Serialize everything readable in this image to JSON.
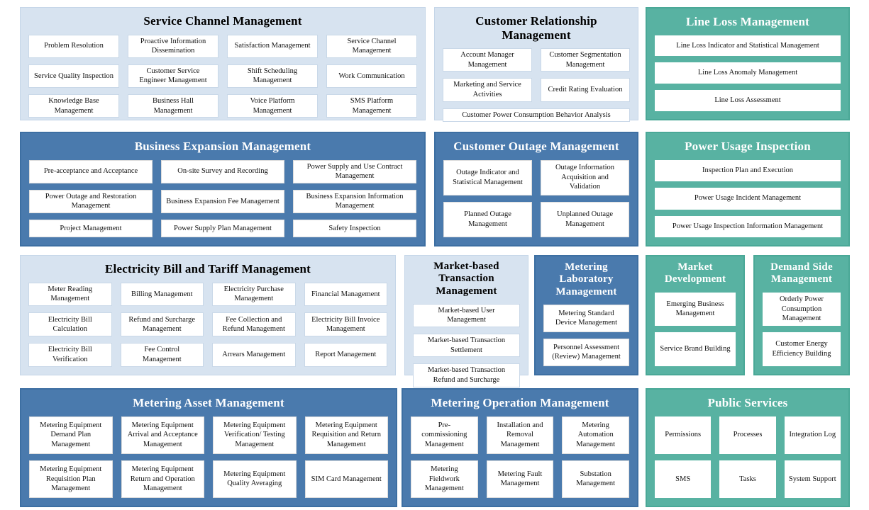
{
  "colors": {
    "light_panel_bg": "#d7e3f0",
    "blue_panel_bg": "#4a7aad",
    "teal_panel_bg": "#58b2a2",
    "item_bg": "#ffffff",
    "title_on_light": "#000000",
    "title_on_color": "#ffffff"
  },
  "panels": [
    {
      "id": "service-channel-management",
      "title": "Service Channel Management",
      "theme": "light",
      "rows": [
        [
          "Problem Resolution",
          "Proactive Information Dissemination",
          "Satisfaction Management",
          "Service Channel Management"
        ],
        [
          "Service Quality Inspection",
          "Customer Service Engineer Management",
          "Shift Scheduling Management",
          "Work Communication"
        ],
        [
          "Knowledge Base Management",
          "Business Hall Management",
          "Voice Platform Management",
          "SMS Platform Management"
        ]
      ]
    },
    {
      "id": "customer-relationship-management",
      "title": "Customer Relationship Management",
      "theme": "light",
      "rows": [
        [
          "Account Manager Management",
          "Customer Segmentation Management"
        ],
        [
          "Marketing and Service Activities",
          "Credit Rating Evaluation"
        ],
        [
          "Customer Power Consumption Behavior Analysis"
        ]
      ]
    },
    {
      "id": "line-loss-management",
      "title": "Line Loss Management",
      "theme": "teal",
      "rows": [
        [
          "Line Loss Indicator and Statistical Management"
        ],
        [
          "Line Loss Anomaly Management"
        ],
        [
          "Line Loss Assessment"
        ]
      ]
    },
    {
      "id": "business-expansion-management",
      "title": "Business Expansion Management",
      "theme": "blue",
      "rows": [
        [
          "Pre-acceptance and Acceptance",
          "On-site Survey and Recording",
          "Power Supply and Use Contract Management"
        ],
        [
          "Power Outage and Restoration Management",
          "Business Expansion Fee Management",
          "Business Expansion Information Management"
        ],
        [
          "Project Management",
          "Power Supply Plan Management",
          "Safety Inspection"
        ]
      ]
    },
    {
      "id": "customer-outage-management",
      "title": "Customer Outage Management",
      "theme": "blue",
      "rows": [
        [
          "Outage Indicator and Statistical Management",
          "Outage Information Acquisition and Validation"
        ],
        [
          "Planned Outage Management",
          "Unplanned Outage Management"
        ]
      ]
    },
    {
      "id": "power-usage-inspection",
      "title": "Power Usage Inspection",
      "theme": "teal",
      "rows": [
        [
          "Inspection Plan and Execution"
        ],
        [
          "Power Usage Incident Management"
        ],
        [
          "Power Usage Inspection Information Management"
        ]
      ]
    },
    {
      "id": "electricity-bill-and-tariff-management",
      "title": "Electricity Bill and Tariff Management",
      "theme": "light",
      "rows": [
        [
          "Meter Reading Management",
          "Billing Management",
          "Electricity Purchase Management",
          "Financial Management"
        ],
        [
          "Electricity Bill Calculation",
          "Refund and Surcharge Management",
          "Fee Collection and Refund Management",
          "Electricity Bill Invoice Management"
        ],
        [
          "Electricity Bill Verification",
          "Fee Control Management",
          "Arrears Management",
          "Report Management"
        ]
      ]
    },
    {
      "id": "market-based-transaction-management",
      "title": "Market-based Transaction Management",
      "theme": "light",
      "rows": [
        [
          "Market-based User Management"
        ],
        [
          "Market-based Transaction Settlement"
        ],
        [
          "Market-based Transaction Refund and Surcharge"
        ]
      ]
    },
    {
      "id": "metering-laboratory-management",
      "title": "Metering Laboratory Management",
      "theme": "blue",
      "rows": [
        [
          "Metering Standard Device Management"
        ],
        [
          "Personnel Assessment (Review) Management"
        ]
      ]
    },
    {
      "id": "market-development",
      "title": "Market Development",
      "theme": "teal",
      "rows": [
        [
          "Emerging Business Management"
        ],
        [
          "Service Brand Building"
        ]
      ]
    },
    {
      "id": "demand-side-management",
      "title": "Demand Side Management",
      "theme": "teal",
      "rows": [
        [
          "Orderly Power Consumption Management"
        ],
        [
          "Customer Energy Efficiency Building"
        ]
      ]
    },
    {
      "id": "metering-asset-management",
      "title": "Metering Asset Management",
      "theme": "blue",
      "rows": [
        [
          "Metering Equipment Demand Plan Management",
          "Metering Equipment Arrival and Acceptance Management",
          "Metering Equipment Verification/ Testing Management",
          "Metering Equipment Requisition and Return Management"
        ],
        [
          "Metering Equipment Requisition Plan Management",
          "Metering Equipment Return and Operation Management",
          "Metering Equipment Quality Averaging",
          "SIM Card Management"
        ]
      ]
    },
    {
      "id": "metering-operation-management",
      "title": "Metering Operation Management",
      "theme": "blue",
      "rows": [
        [
          "Pre-commissioning Management",
          "Installation and Removal Management",
          "Metering Automation Management"
        ],
        [
          "Metering Fieldwork Management",
          "Metering Fault Management",
          "Substation Management"
        ]
      ]
    },
    {
      "id": "public-services",
      "title": "Public Services",
      "theme": "teal",
      "rows": [
        [
          "Permissions",
          "Processes",
          "Integration Log"
        ],
        [
          "SMS",
          "Tasks",
          "System Support"
        ]
      ]
    }
  ]
}
